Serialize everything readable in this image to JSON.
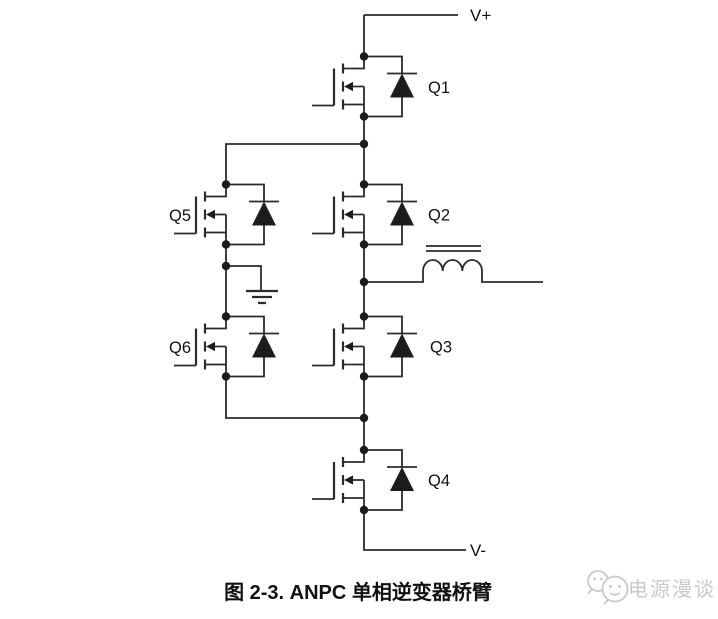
{
  "figure": {
    "caption": "图 2-3. ANPC 单相逆变器桥臂",
    "rails": {
      "positive": "V+",
      "negative": "V-"
    },
    "transistors": [
      {
        "label": "Q1"
      },
      {
        "label": "Q2"
      },
      {
        "label": "Q3"
      },
      {
        "label": "Q4"
      },
      {
        "label": "Q5"
      },
      {
        "label": "Q6"
      }
    ],
    "colors": {
      "line": "#2b2b2b",
      "text": "#111111"
    }
  },
  "watermark": {
    "text": "电源漫谈",
    "icon": "chat-bubbles-icon",
    "color": "#c9c9c9"
  }
}
